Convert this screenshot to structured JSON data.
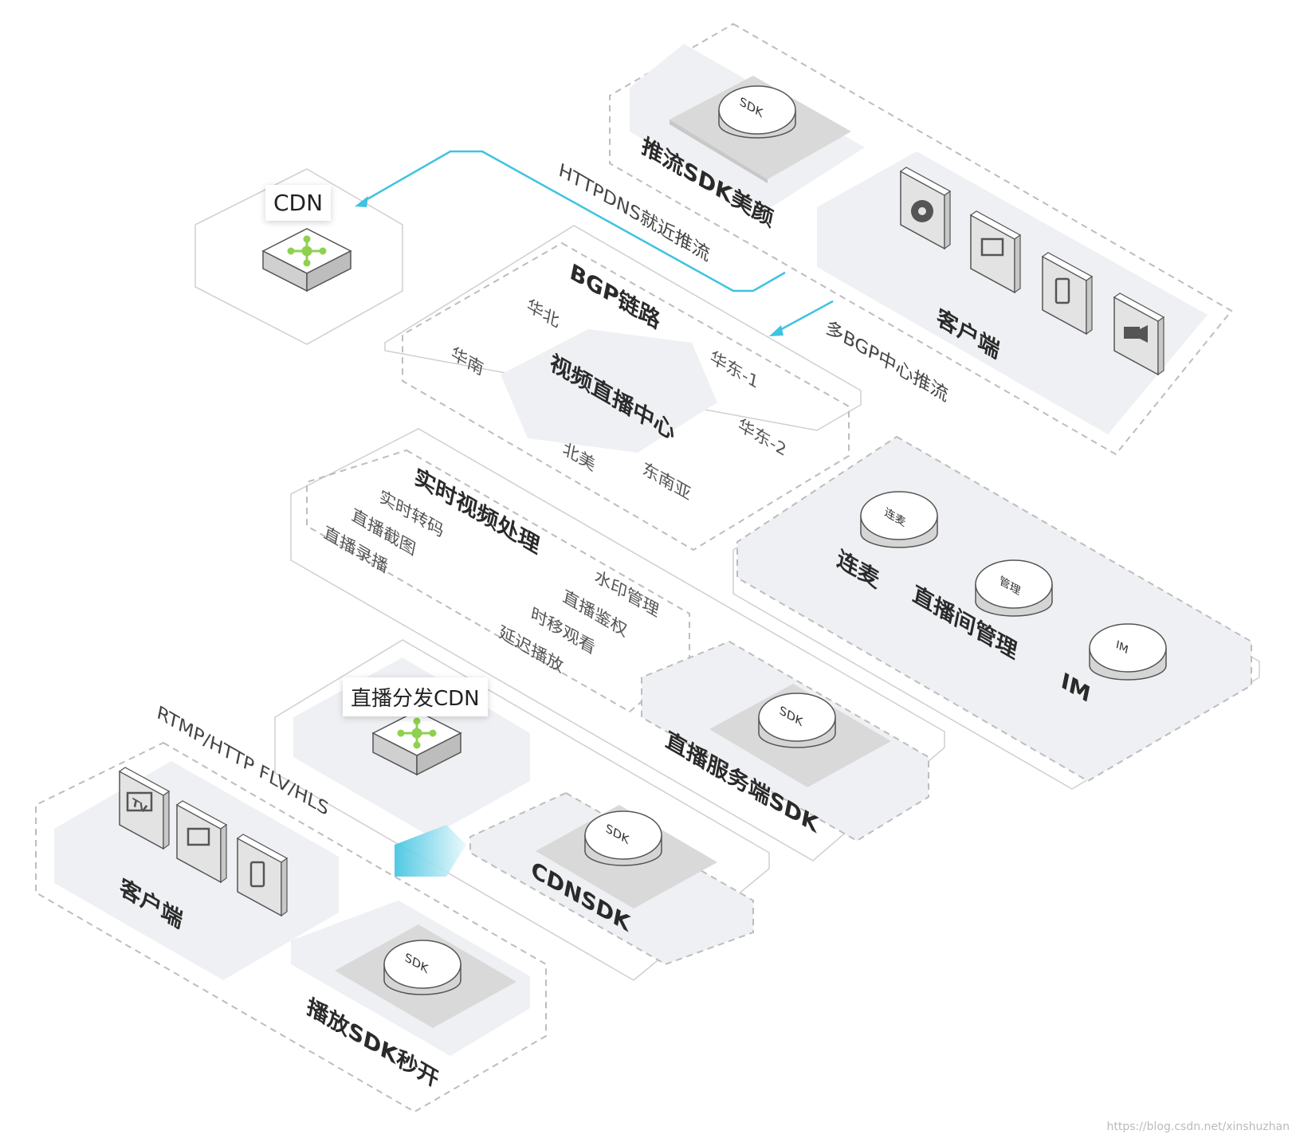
{
  "cdn_top": "CDN",
  "push_sdk": {
    "label": "推流SDK美颜",
    "disk": "SDK"
  },
  "httpdns": "HTTPDNS就近推流",
  "multi_bgp": "多BGP中心推流",
  "clients_top": {
    "label": "客户端"
  },
  "bgp": {
    "title": "BGP链路",
    "center": "视频直播中心",
    "regions": [
      "华北",
      "华南",
      "华东-1",
      "华东-2",
      "北美",
      "东南亚"
    ]
  },
  "processing": {
    "title": "实时视频处理",
    "left_items": [
      "实时转码",
      "直播截图",
      "直播录播"
    ],
    "right_items": [
      "水印管理",
      "直播鉴权",
      "时移观看",
      "延迟播放"
    ]
  },
  "services": {
    "lianmai": {
      "label": "连麦",
      "disk": "连麦"
    },
    "room": {
      "label": "直播间管理",
      "disk": "管理"
    },
    "im": {
      "label": "IM",
      "disk": "IM"
    }
  },
  "server_sdk": {
    "label": "直播服务端SDK",
    "disk": "SDK"
  },
  "dist_cdn": "直播分发CDN",
  "protocols": "RTMP/HTTP FLV/HLS",
  "cdnsdk": {
    "label": "CDNSDK",
    "disk": "SDK"
  },
  "clients_bottom": {
    "label": "客户端",
    "tv": "TV"
  },
  "play_sdk": {
    "label": "播放SDK秒开",
    "disk": "SDK"
  },
  "watermark": "https://blog.csdn.net/xinshuzhan",
  "colors": {
    "arrow": "#3ec3e0",
    "panel": "#eef0f3",
    "dash": "#bdbdbd",
    "icon_green": "#8ed14f"
  }
}
